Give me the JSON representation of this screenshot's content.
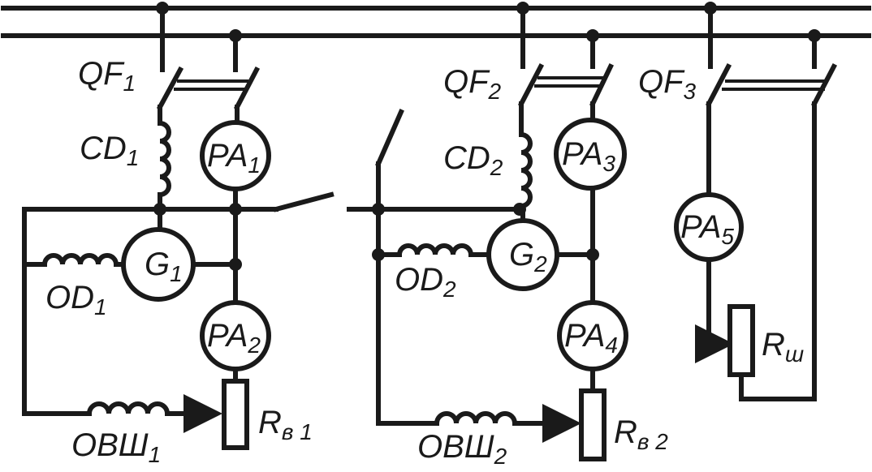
{
  "labels": {
    "qf1": "QF",
    "qf1_sub": "1",
    "qf2": "QF",
    "qf2_sub": "2",
    "qf3": "QF",
    "qf3_sub": "3",
    "cd1": "CD",
    "cd1_sub": "1",
    "cd2": "CD",
    "cd2_sub": "2",
    "g1": "G",
    "g1_sub": "1",
    "g2": "G",
    "g2_sub": "2",
    "pa1": "PA",
    "pa1_sub": "1",
    "pa2": "PA",
    "pa2_sub": "2",
    "pa3": "PA",
    "pa3_sub": "3",
    "pa4": "PA",
    "pa4_sub": "4",
    "pa5": "PA",
    "pa5_sub": "5",
    "od1": "OD",
    "od1_sub": "1",
    "od2": "OD",
    "od2_sub": "2",
    "ovsh1": "ОВШ",
    "ovsh1_sub": "1",
    "ovsh2": "ОВШ",
    "ovsh2_sub": "2",
    "rv1": "R",
    "rv1_sub": "в 1",
    "rv2": "R",
    "rv2_sub": "в 2",
    "rsh": "R",
    "rsh_sub": "ш"
  },
  "colors": {
    "line": "#1a1a1a",
    "background": "#ffffff"
  }
}
